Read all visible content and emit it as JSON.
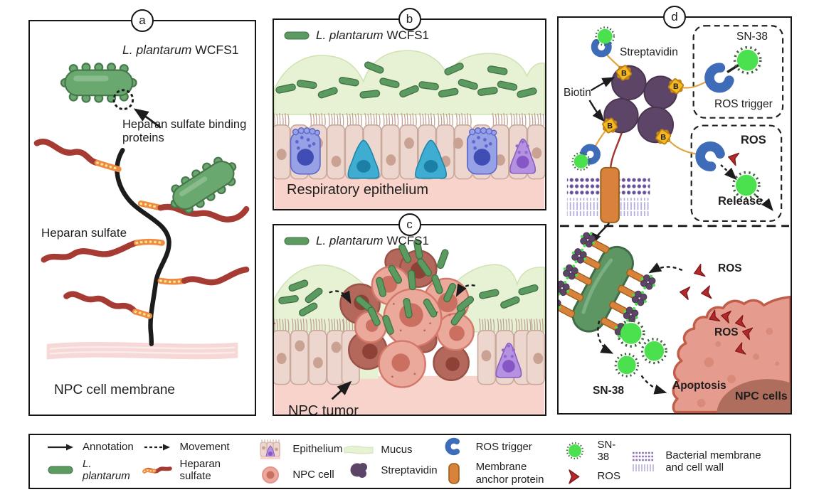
{
  "panels": {
    "a": {
      "label": "a",
      "title_italic": "L. plantarum",
      "title_normal": "WCFS1",
      "hs_binding_line1": "Heparan sulfate binding",
      "hs_binding_line2": "proteins",
      "heparan_sulfate": "Heparan sulfate",
      "membrane_caption": "NPC cell membrane"
    },
    "b": {
      "label": "b",
      "legend_italic": "L. plantarum",
      "legend_normal": "WCFS1",
      "caption": "Respiratory epithelium"
    },
    "c": {
      "label": "c",
      "legend_italic": "L. plantarum",
      "legend_normal": "WCFS1",
      "caption": "NPC tumor"
    },
    "d": {
      "label": "d",
      "streptavidin": "Streptavidin",
      "biotin": "Biotin",
      "biotin_badge": "B",
      "sn38_top": "SN-38",
      "ros_trigger": "ROS trigger",
      "ros_box": "ROS",
      "release": "Release",
      "ros_extracellular": "ROS",
      "ros_intracellular": "ROS",
      "sn38_bottom": "SN-38",
      "apoptosis": "Apoptosis",
      "npc_cells": "NPC cells"
    }
  },
  "legend": {
    "items": [
      {
        "icon": "annotation-arrow",
        "label": "Annotation"
      },
      {
        "icon": "l-plantarum-rod",
        "label": "L. plantarum"
      },
      {
        "icon": "movement-arrow",
        "label": "Movement"
      },
      {
        "icon": "heparan-sulfate-chain",
        "label": "Heparan sulfate"
      },
      {
        "icon": "epithelium",
        "label": "Epithelium"
      },
      {
        "icon": "npc-cell",
        "label": "NPC cell"
      },
      {
        "icon": "mucus",
        "label": "Mucus"
      },
      {
        "icon": "streptavidin",
        "label": "Streptavidin"
      },
      {
        "icon": "ros-trigger",
        "label": "ROS trigger"
      },
      {
        "icon": "membrane-anchor-protein",
        "label": "Membrane anchor protein"
      },
      {
        "icon": "sn-38",
        "label": "SN-38"
      },
      {
        "icon": "ros",
        "label": "ROS"
      },
      {
        "icon": "bacterial-membrane",
        "label": "Bacterial membrane and cell wall"
      }
    ]
  },
  "colors": {
    "bacteria_green": "#69A86F",
    "mucus_green": "#E7F1D3",
    "epithelium_tan": "#EDD6CE",
    "base_pink": "#F8D3CB",
    "goblet_blue": "#97A1E6",
    "teal_cell": "#3FADD2",
    "purple_cell": "#B591E2",
    "heparan_red": "#A63B34",
    "linker_orange": "#EE8B40",
    "tumor_light": "#EBA99B",
    "tumor_dark": "#B4685C",
    "npc_cell": "#E59C8E",
    "npc_nucleus": "#AF6E5D",
    "streptavidin_purple": "#5D4568",
    "biotin_yellow": "#F6B91F",
    "ros_trigger_blue": "#3E6CB8",
    "ros_red": "#B5292C",
    "sn38_green": "#4BE04D",
    "anchor_orange": "#D9823B",
    "membrane_lavender": "#ACA4D9"
  }
}
